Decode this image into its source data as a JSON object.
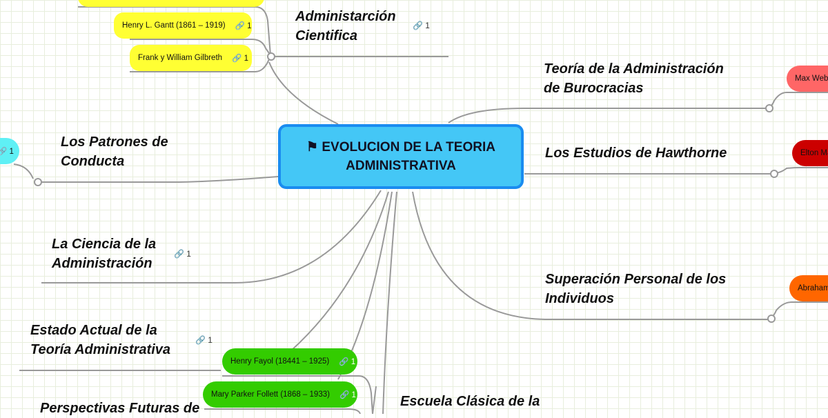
{
  "central": {
    "line1": "⚑ EVOLUCION DE LA TEORIA",
    "line2": "ADMINISTRATIVA",
    "icon": "flag-icon"
  },
  "topics": {
    "admin_cientifica": {
      "line1": "Administarción",
      "line2": "Cientifica",
      "attachments": "1"
    },
    "burocracias": {
      "line1": "Teoría de la Administración",
      "line2": "de Burocracias"
    },
    "hawthorne": {
      "line1": "Los Estudios de Hawthorne"
    },
    "superacion": {
      "line1": "Superación Personal de los",
      "line2": "Individuos"
    },
    "patrones": {
      "line1": "Los Patrones de",
      "line2": "Conducta"
    },
    "ciencia": {
      "line1": "La Ciencia de la",
      "line2": "Administración",
      "attachments": "1"
    },
    "estado": {
      "line1": "Estado Actual de la",
      "line2": "Teoría Administrativa",
      "attachments": "1"
    },
    "perspectivas": {
      "line1": "Perspectivas Futuras de"
    },
    "escuela": {
      "line1": "Escuela Clásica de la"
    }
  },
  "nodes": {
    "gantt": {
      "label": "Henry L. Gantt (1861 – 1919)",
      "attachments": "1"
    },
    "gilbreth": {
      "label": "Frank y William Gilbreth",
      "attachments": "1"
    },
    "weber": {
      "label": "Max Weber"
    },
    "mayo": {
      "label": "Elton Mayo"
    },
    "abraham": {
      "label": "Abraham"
    },
    "fayol": {
      "label": "Henry Fayol (18441 – 1925)",
      "attachments": "1"
    },
    "follett": {
      "label": "Mary Parker Follett (1868 – 1933)",
      "attachments": "1"
    },
    "cyan": {
      "attachments": "1"
    }
  },
  "colors": {
    "yellow": "#ffff33",
    "green": "#33cc00",
    "salmon": "#ff6666",
    "red": "#cc0000",
    "orange": "#ff6600",
    "cyan": "#5ff0f5",
    "central": "#44c7f6"
  }
}
